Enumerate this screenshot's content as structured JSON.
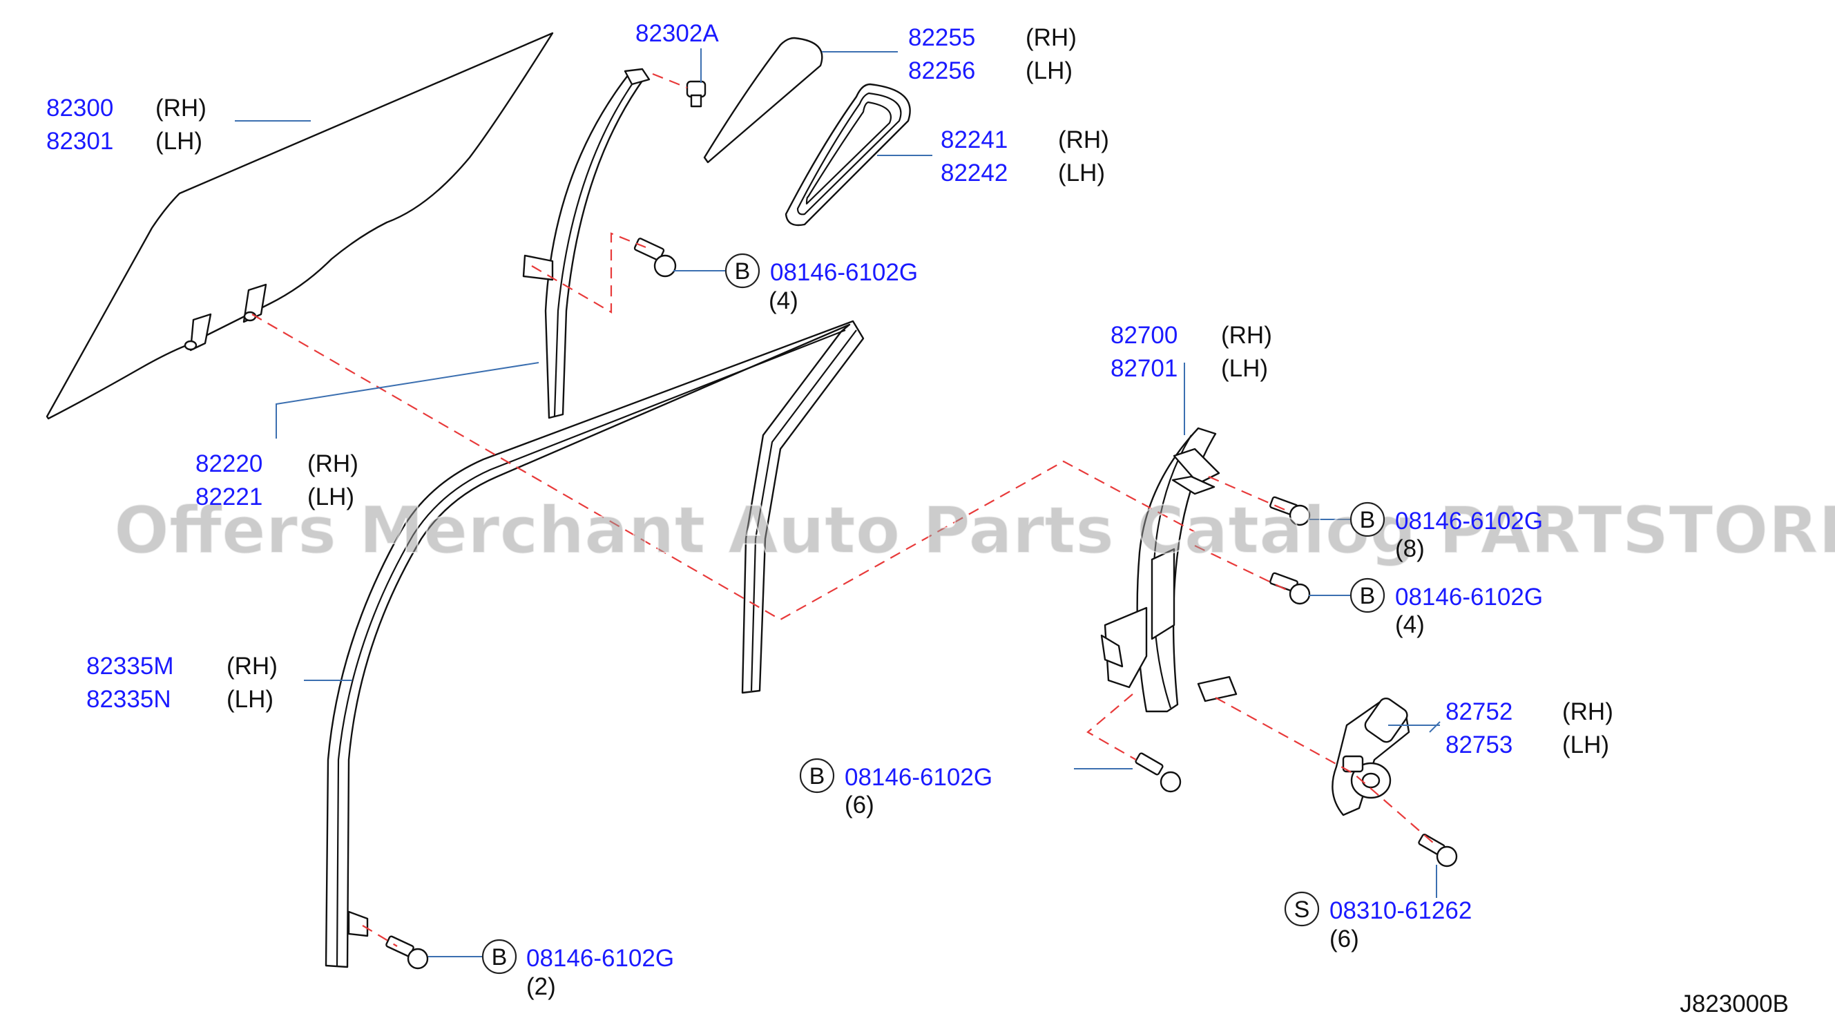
{
  "callouts": {
    "glass": {
      "pn1": "82300",
      "side1": "(RH)",
      "pn2": "82301",
      "side2": "(LH)"
    },
    "clip": {
      "pn": "82302A"
    },
    "partition_glass": {
      "pn1": "82255",
      "side1": "(RH)",
      "pn2": "82256",
      "side2": "(LH)"
    },
    "partition_seal": {
      "pn1": "82241",
      "side1": "(RH)",
      "pn2": "82242",
      "side2": "(LH)"
    },
    "sash": {
      "pn1": "82220",
      "side1": "(RH)",
      "pn2": "82221",
      "side2": "(LH)"
    },
    "regulator": {
      "pn1": "82700",
      "side1": "(RH)",
      "pn2": "82701",
      "side2": "(LH)"
    },
    "run_channel": {
      "pn1": "82335M",
      "side1": "(RH)",
      "pn2": "82335N",
      "side2": "(LH)"
    },
    "motor": {
      "pn1": "82752",
      "side1": "(RH)",
      "pn2": "82753",
      "side2": "(LH)"
    }
  },
  "fasteners": {
    "sash_bolt": {
      "symbol": "B",
      "pn": "08146-6102G",
      "qty": "(4)"
    },
    "reg_bolt_upper": {
      "symbol": "B",
      "pn": "08146-6102G",
      "qty": "(8)"
    },
    "reg_bolt_mid": {
      "symbol": "B",
      "pn": "08146-6102G",
      "qty": "(4)"
    },
    "reg_bolt_lower": {
      "symbol": "B",
      "pn": "08146-6102G",
      "qty": "(6)"
    },
    "channel_bolt": {
      "symbol": "B",
      "pn": "08146-6102G",
      "qty": "(2)"
    },
    "motor_screw": {
      "symbol": "S",
      "pn": "08310-61262",
      "qty": "(6)"
    }
  },
  "diagram_ref": "J823000B",
  "watermark": "Offers Merchant Auto Parts Catalog PARTSTORE.SA",
  "colors": {
    "part_number": "#1a1aff",
    "leader": "#3b6fb0",
    "dashed": "#e83a3a",
    "outline": "#111111",
    "watermark": "#9a9a9a"
  }
}
